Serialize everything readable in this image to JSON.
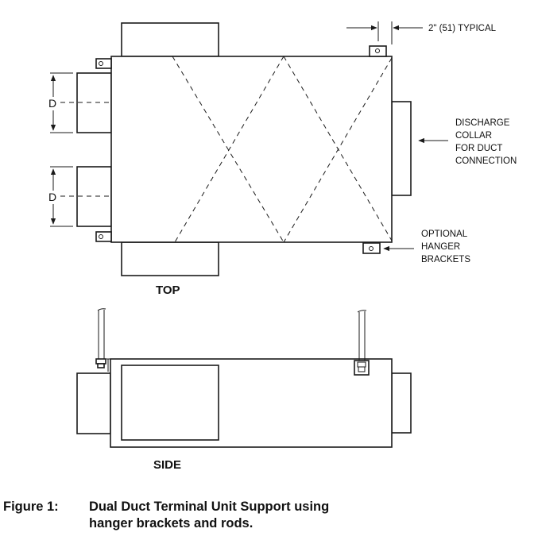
{
  "figure": {
    "number_label": "Figure 1:",
    "caption_line1": "Dual Duct Terminal Unit Support using",
    "caption_line2": "hanger brackets and rods."
  },
  "top_view": {
    "view_label": "TOP",
    "dimension_d_upper": "D",
    "dimension_d_lower": "D",
    "bracket_spacing_callout": "2\" (51) TYPICAL",
    "discharge_callout": [
      "DISCHARGE",
      "COLLAR",
      "FOR DUCT",
      "CONNECTION"
    ],
    "bracket_callout": [
      "OPTIONAL",
      "HANGER",
      "BRACKETS"
    ]
  },
  "side_view": {
    "view_label": "SIDE"
  },
  "colors": {
    "line": "#1a1a1a",
    "background": "#ffffff"
  }
}
